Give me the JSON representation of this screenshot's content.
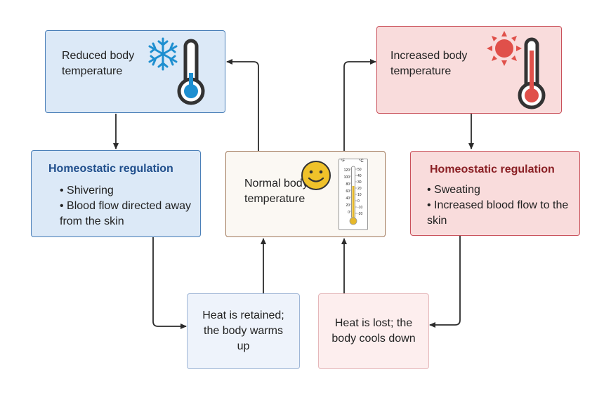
{
  "reduced": {
    "label": "Reduced body temperature",
    "icons": [
      "snowflake-icon",
      "cold-thermometer-icon"
    ]
  },
  "increased": {
    "label": "Increased body temperature",
    "icons": [
      "sun-icon",
      "hot-thermometer-icon"
    ]
  },
  "normal": {
    "label": "Normal body temperature",
    "icons": [
      "smiley-face-icon",
      "thermometer-scale-icon"
    ],
    "scale": {
      "f_unit": "°F",
      "c_unit": "°C",
      "f_ticks": [
        "120",
        "100",
        "80",
        "60",
        "40",
        "20",
        "0"
      ],
      "c_ticks": [
        "50",
        "40",
        "30",
        "20",
        "10",
        "0",
        "-10",
        "-20"
      ]
    }
  },
  "cold_regulation": {
    "title": "Homeostatic regulation",
    "items": [
      "Shivering",
      "Blood flow  directed away from the skin"
    ]
  },
  "hot_regulation": {
    "title": "Homeostatic regulation",
    "items": [
      "Sweating",
      "Increased blood flow to the skin"
    ]
  },
  "retained": {
    "text": "Heat is retained; the body warms up"
  },
  "lost": {
    "text": "Heat is lost; the body cools down"
  },
  "colors": {
    "cold_fill": "#dce9f7",
    "cold_border": "#4a7fb8",
    "cold_title": "#1f4e8c",
    "hot_fill": "#f9dcdc",
    "hot_border": "#c9505a",
    "hot_title": "#8a1f24",
    "normal_fill": "#fbf8f3",
    "normal_border": "#a0785a",
    "retained_fill": "#eef3fb",
    "lost_fill": "#fdeeee",
    "arrow": "#2b2b2b",
    "snow": "#1e8fd0",
    "sun": "#e0504a",
    "smiley": "#f0c22a"
  }
}
